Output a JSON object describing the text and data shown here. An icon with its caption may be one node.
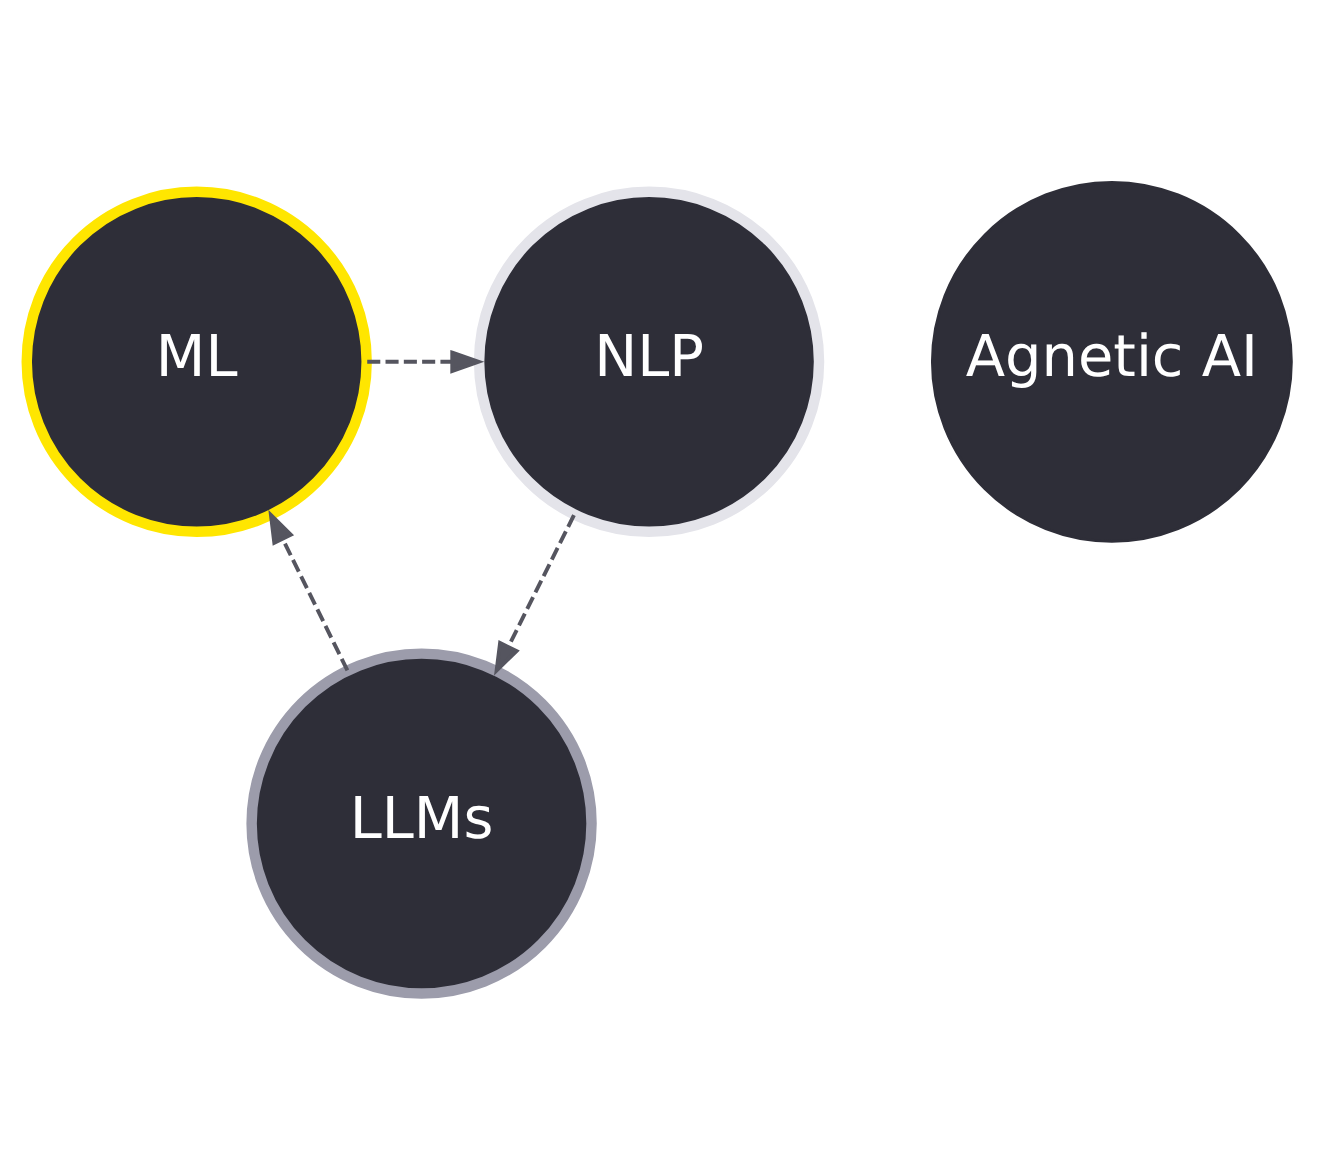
{
  "diagram": {
    "nodes": [
      {
        "text": [
          "ML"
        ]
      },
      {
        "text": [
          "NLP"
        ]
      },
      {
        "text": [
          "Agnetic AI"
        ]
      },
      {
        "text": [
          "LLMs"
        ]
      }
    ],
    "edges": [
      {
        "from": 0,
        "to": 1,
        "arrow": "to",
        "style": "dashed"
      },
      {
        "from": 1,
        "to": 3,
        "arrow": "to",
        "style": "dashed"
      },
      {
        "from": 3,
        "to": 0,
        "arrow": "to",
        "style": "dashed"
      }
    ]
  }
}
